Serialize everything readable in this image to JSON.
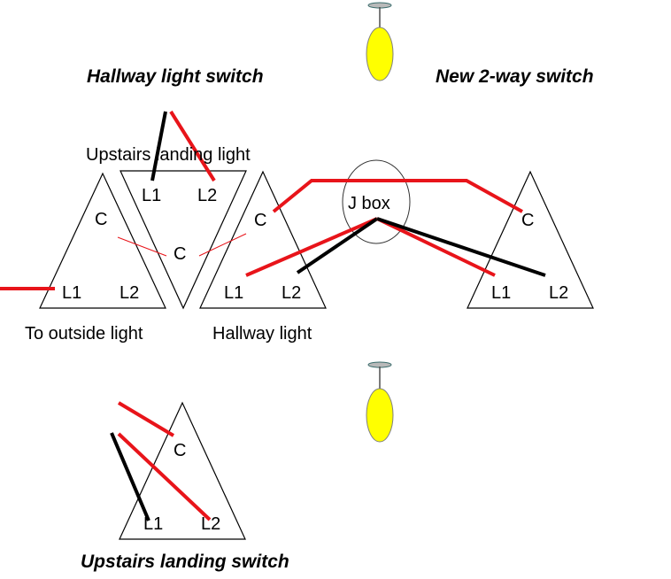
{
  "headings": {
    "hallway_switch": "Hallway light switch",
    "new_switch": "New 2-way switch",
    "upstairs_switch": "Upstairs landing switch"
  },
  "labels": {
    "upstairs_landing_light": "Upstairs landing light",
    "to_outside_light": "To outside light",
    "hallway_light": "Hallway light",
    "j_box": "J box"
  },
  "terminals": {
    "common": "C",
    "l1": "L1",
    "l2": "L2"
  },
  "colors": {
    "wire_red": "#e8141a",
    "wire_black": "#000000",
    "bulb": "#ffff00",
    "background": "#ffffff"
  },
  "icons": [
    "light-bulb-icon"
  ]
}
